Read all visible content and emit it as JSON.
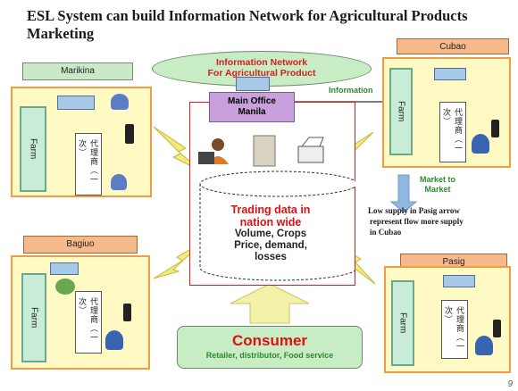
{
  "title": "ESL System can build Information Network for  Agricultural Products Marketing",
  "network": {
    "line1": "Information Network",
    "line2": "For Agricultural Product"
  },
  "main_office": {
    "line1": "Main Office",
    "line2": "Manila"
  },
  "information_label": "Information",
  "database": {
    "title_line1": "Trading data in",
    "title_line2": "nation wide",
    "detail_line1": "Volume, Crops",
    "detail_line2": "Price, demand,",
    "detail_line3": "losses"
  },
  "consumer": {
    "title": "Consumer",
    "subtitle": "Retailer, distributor, Food service"
  },
  "market_to_market": {
    "line1": "Market to",
    "line2": "Market"
  },
  "note": {
    "line1": "Low supply in Pasig arrow",
    "line2": "represent flow more supply",
    "line3": "in Cubao"
  },
  "regions": {
    "marikina": {
      "name": "Marikina",
      "farm": "Farm",
      "agent": "代理商（一次）"
    },
    "cubao": {
      "name": "Cubao",
      "farm": "Farm",
      "agent": "代理商（一次）"
    },
    "bagiuo": {
      "name": "Bagiuo",
      "farm": "Farm",
      "agent": "代理商（一次）"
    },
    "pasig": {
      "name": "Pasig",
      "farm": "Farm",
      "agent": "代理商（一次）"
    }
  },
  "slide_number": "9",
  "colors": {
    "region_border": "#f39a45",
    "region_fill": "#fff9c4",
    "highlight_red": "#e01010",
    "label_green": "#2f8a2f",
    "bolt_yellow": "#f2ea7a",
    "arrow_blue": "#8fb7e2"
  }
}
